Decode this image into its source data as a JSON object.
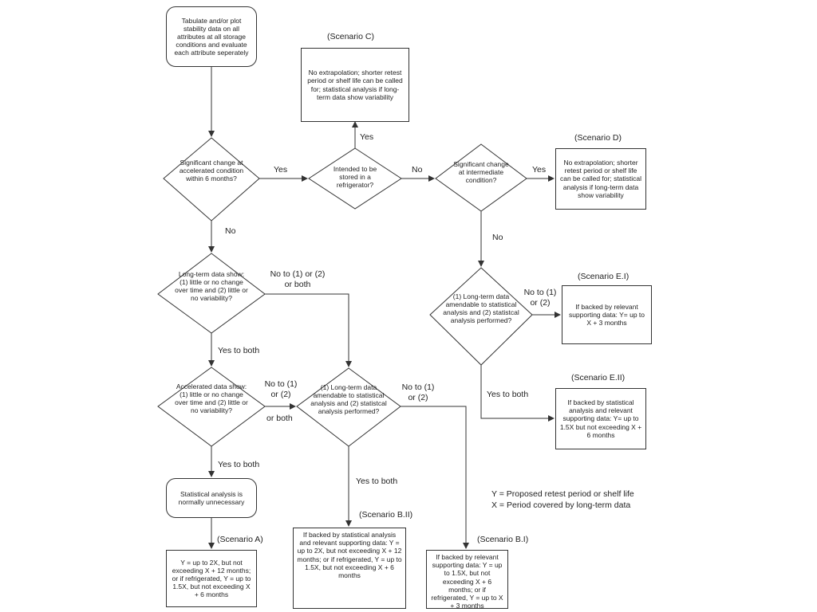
{
  "nodes": {
    "start": "Tabulate and/or plot stability data on all attributes at all storage conditions and evaluate each attribute seperately",
    "q_accel_change": "Significant change at accelerated condition within 6 months?",
    "q_refrigerator": "Intended to be stored in a refrigerator?",
    "q_intermediate": "Significant change at intermediate condition?",
    "q_longterm_little": "Long-term data show: (1) little or no change over time and (2) little or no variability?",
    "q_accel_little": "Accelerated data show: (1) little or no change over time and (2) little or no variability?",
    "q_amenable_b": "(1) Long-term data amendable to statistical analysis and (2) statistcal analysis performed?",
    "q_amenable_e": "(1) Long-term data amendable to statistical analysis and (2) statistcal analysis performed?",
    "stat_unnecessary": "Statistical analysis is normally unnecessary"
  },
  "scenarios": {
    "c": {
      "title": "(Scenario C)",
      "text": "No extrapolation; shorter retest period or shelf life can be called for; statistical analysis if long-term data show variability"
    },
    "d": {
      "title": "(Scenario D)",
      "text": "No extrapolation; shorter retest period or shelf life can be called for; statistical analysis if long-term data show variability"
    },
    "e1": {
      "title": "(Scenario E.I)",
      "text": "If backed by relevant supporting data: Y= up to X + 3 months"
    },
    "e2": {
      "title": "(Scenario E.II)",
      "text": "If backed by statistical analysis and relevant supporting data: Y= up to 1.5X but not exceeding X + 6 months"
    },
    "a": {
      "title": "(Scenario A)",
      "text": "Y = up to 2X, but not exceeding X + 12 months; or if refrigerated, Y = up to 1.5X, but not exceeding X + 6 months"
    },
    "b2": {
      "title": "(Scenario B.II)",
      "text": "If backed by statistical analysis and relevant supporting data: Y = up to 2X, but not exceeding X + 12 months; or if refrigerated, Y = up to 1.5X, but not exceeding X + 6 months"
    },
    "b1": {
      "title": "(Scenario B.I)",
      "text": "If backed by relevant supporting data: Y = up to 1.5X, but not exceeding X + 6 months; or if refrigerated, Y = up to X + 3 months"
    }
  },
  "edges": {
    "yes_accel": "Yes",
    "no_accel": "No",
    "yes_fridge": "Yes",
    "no_fridge": "No",
    "yes_intermediate": "Yes",
    "no_intermediate": "No",
    "no_longterm": "No to (1) or (2) or both",
    "yes_longterm": "Yes to both",
    "no_accel_little_1": "No to (1) or (2)",
    "no_accel_little_2": "or both",
    "yes_accel_little": "Yes to both",
    "no_amenable_b": "No to (1) or (2)",
    "yes_amenable_b": "Yes to both",
    "no_amenable_e": "No to (1) or (2)",
    "yes_amenable_e": "Yes to both"
  },
  "legend": {
    "y": "Y = Proposed retest period or shelf life",
    "x": "X = Period covered by long-term data"
  }
}
